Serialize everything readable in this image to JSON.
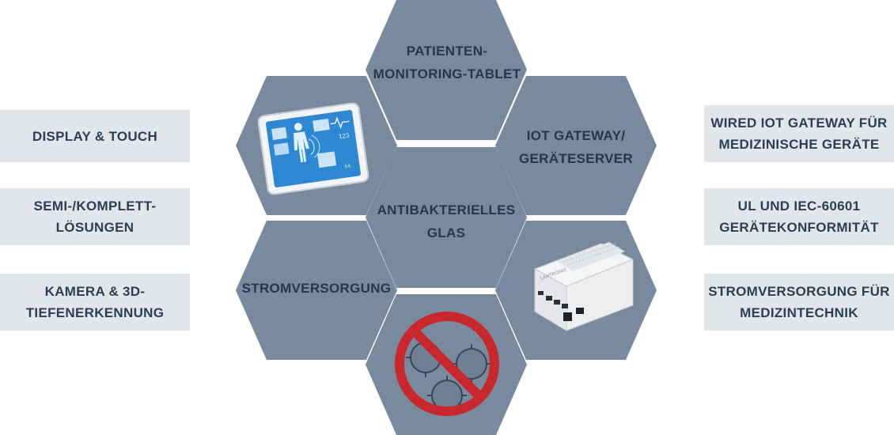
{
  "left_boxes": [
    {
      "lines": [
        "DISPLAY & TOUCH"
      ]
    },
    {
      "lines": [
        "SEMI-/KOMPLETT-",
        "LÖSUNGEN"
      ]
    },
    {
      "lines": [
        "KAMERA & 3D-",
        "TIEFENERKENNUNG"
      ]
    }
  ],
  "right_boxes": [
    {
      "lines": [
        "WIRED IOT GATEWAY FÜR",
        "MEDIZINISCHE GERÄTE"
      ]
    },
    {
      "lines": [
        "UL UND IEC-60601",
        "GERÄTEKONFORMITÄT"
      ]
    },
    {
      "lines": [
        "STROMVERSORGUNG FÜR",
        "MEDIZINTECHNIK"
      ]
    }
  ],
  "hexagons": {
    "top": {
      "lines": [
        "PATIENTEN-",
        "MONITORING-TABLET"
      ]
    },
    "center": {
      "lines": [
        "ANTIBAKTERIELLES",
        "GLAS"
      ]
    },
    "upper_right": {
      "lines": [
        "IOT GATEWAY/",
        "GERÄTESERVER"
      ]
    },
    "lower_left": {
      "lines": [
        "STROMVERSORGUNG"
      ]
    },
    "upper_left": {
      "icon": "medical-tablet-icon"
    },
    "lower_right": {
      "icon": "iot-gateway-device-icon"
    },
    "bottom": {
      "icon": "no-virus-icon"
    }
  },
  "colors": {
    "hexagon_fill": "#7a8a9e",
    "side_box_fill": "#e2e5ea",
    "text": "#23384b",
    "prohibition_red": "#c8282d"
  }
}
